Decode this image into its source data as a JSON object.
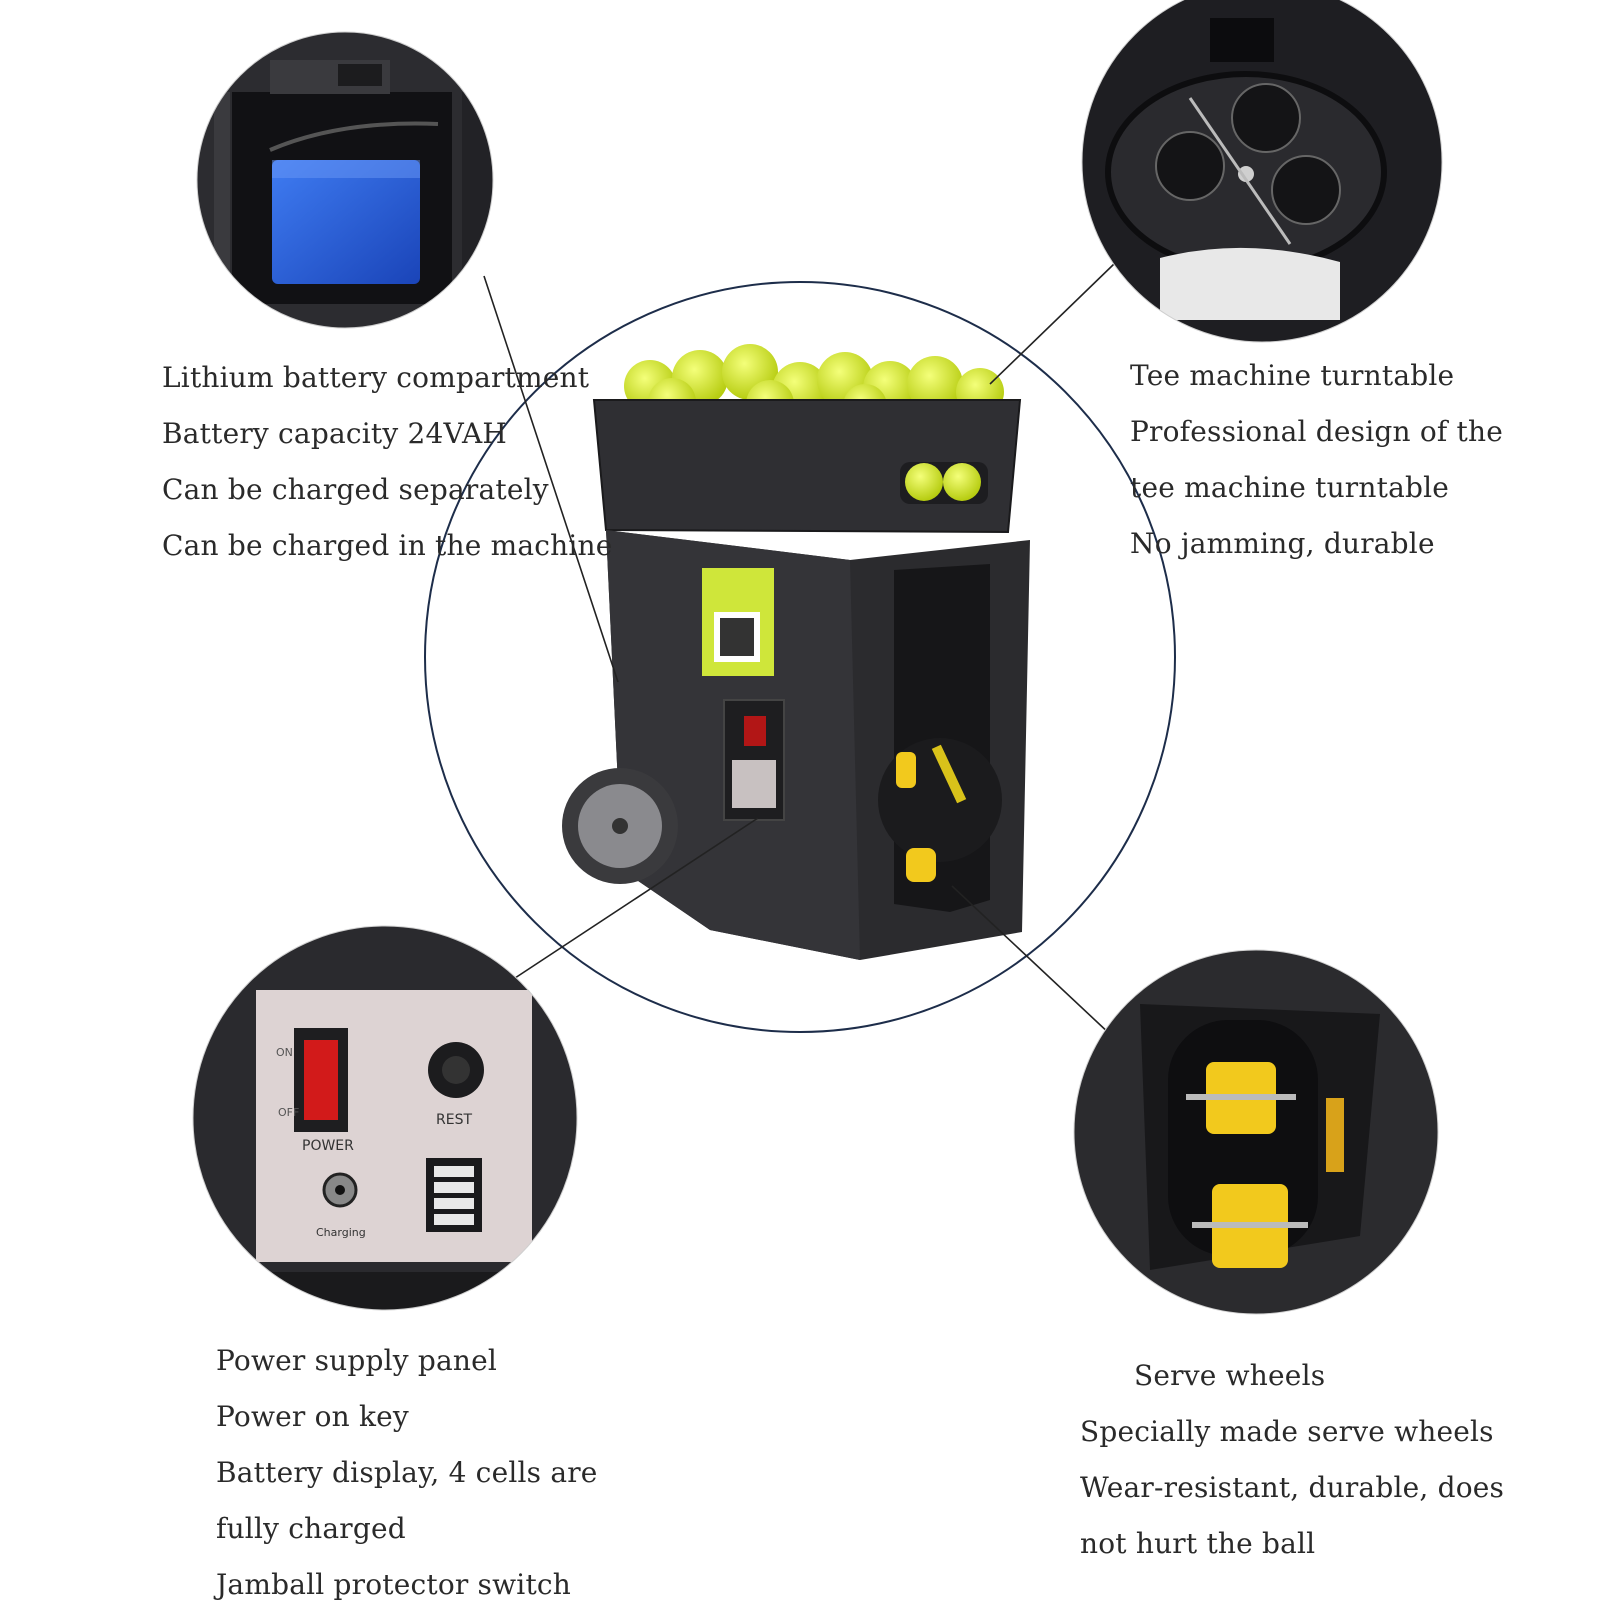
{
  "battery_caption": {
    "lines": [
      "Lithium battery compartment",
      "Battery capacity 24VAH",
      "Can be charged separately",
      "Can be charged in the machine"
    ]
  },
  "turntable_caption": {
    "lines": [
      "Tee machine turntable",
      "Professional design of the",
      "tee machine turntable",
      "No jamming, durable"
    ]
  },
  "power_caption": {
    "lines": [
      "Power supply panel",
      "Power on key",
      "Battery display, 4 cells are",
      "fully charged",
      "Jamball protector switch"
    ]
  },
  "wheels_caption": {
    "lines": [
      "Serve wheels",
      "Specially made serve wheels",
      "Wear-resistant, durable, does",
      "not hurt the ball"
    ]
  },
  "panel_labels": {
    "on": "ON",
    "off": "OFF",
    "power": "POWER",
    "rest": "REST",
    "charging": "Charging"
  },
  "battery_level": {
    "cells_lit": 4,
    "cells_total": 4
  },
  "colors": {
    "ball": "#d8ea1e",
    "machine_body": "#2b2b2e",
    "battery_pack": "#1f56d8",
    "serve_wheel": "#f2c91d",
    "panel_plate": "#ddd3d3",
    "switch_red": "#d21a1a",
    "leader_line": "#222222",
    "center_circle": "#1d2d4a"
  }
}
